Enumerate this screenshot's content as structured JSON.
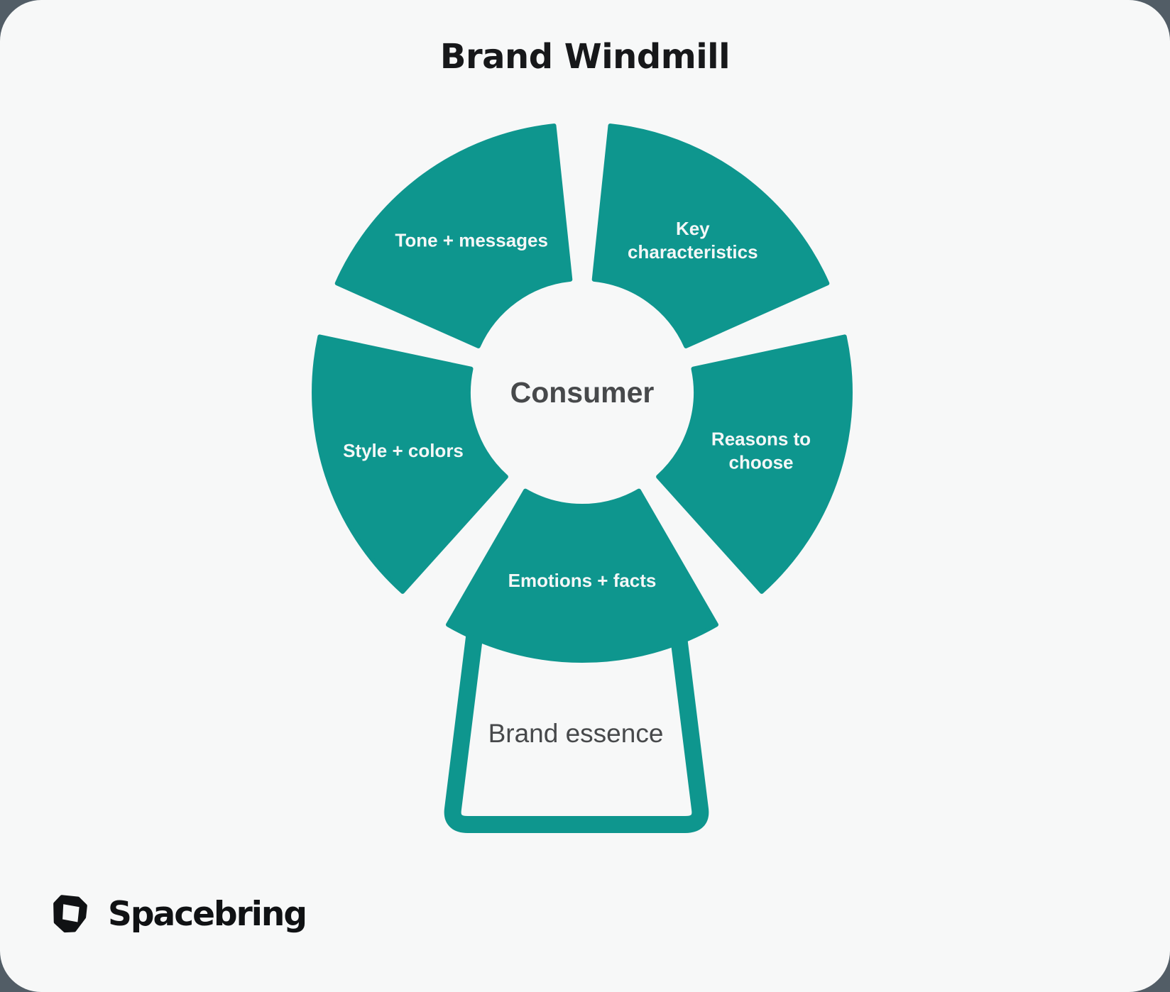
{
  "title": "Brand Windmill",
  "diagram": {
    "type": "windmill",
    "center_label": "Consumer",
    "base_label": "Brand essence",
    "segments": [
      {
        "label": "Emotions + facts",
        "lines": [
          "Emotions + facts"
        ],
        "angle": 90
      },
      {
        "label": "Style + colors",
        "lines": [
          "Style + colors"
        ],
        "angle": 162
      },
      {
        "label": "Tone + messages",
        "lines": [
          "Tone + messages"
        ],
        "angle": 234
      },
      {
        "label": "Key characteristics",
        "lines": [
          "Key",
          "characteristics"
        ],
        "angle": 306
      },
      {
        "label": "Reasons to choose",
        "lines": [
          "Reasons to",
          "choose"
        ],
        "angle": 18
      }
    ]
  },
  "footer": {
    "brand": "Spacebring"
  },
  "colors": {
    "teal": "#0E968E",
    "card_background": "#F7F8F8",
    "page_background": "#525D66",
    "title_ink": "#17181A",
    "muted_ink": "#47494B",
    "wedge_text": "#F4F7F7"
  }
}
